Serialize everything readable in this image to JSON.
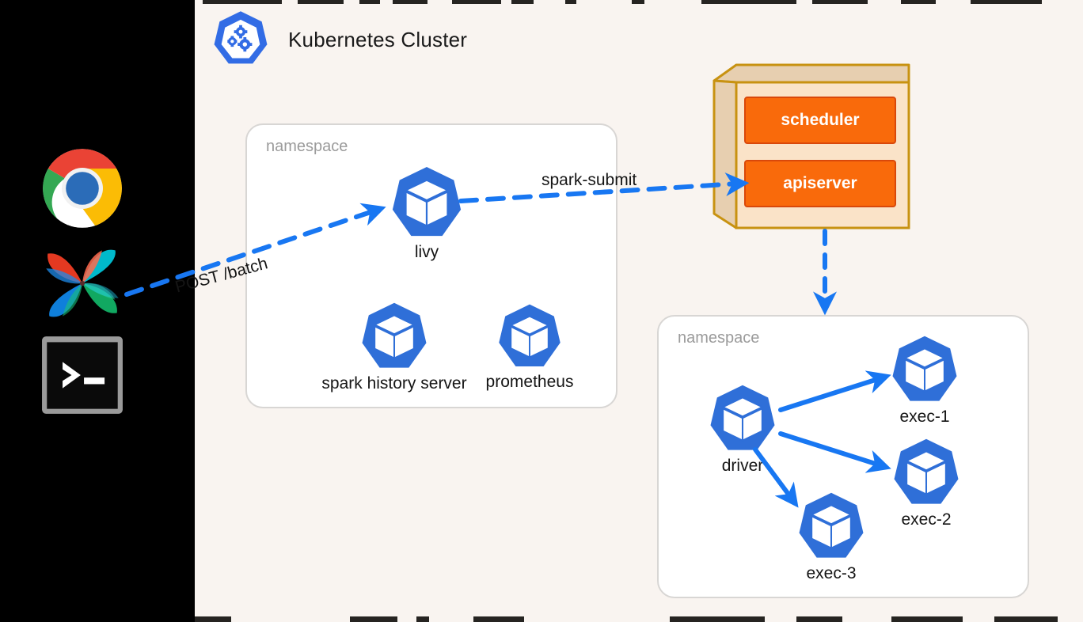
{
  "colors": {
    "canvas_bg": "#F9F4F0",
    "launcher_bg": "#000000",
    "k8s_blue": "#326CE5",
    "arrow_blue": "#1877F2",
    "orange_fill": "#F96A0B",
    "orange_border": "#D9480A",
    "box_gold_border": "#C89211",
    "box_face_fill": "#FAE3C8",
    "box_side_fill": "#E7CFB0",
    "namespace_border": "#D8D6D4",
    "namespace_fill": "#FFFFFF",
    "namespace_label": "#9B9B9B",
    "text": "#151515"
  },
  "launcher": {
    "items": [
      {
        "name": "chrome-icon",
        "label": "Google Chrome"
      },
      {
        "name": "airflow-icon",
        "label": "Apache Airflow"
      },
      {
        "name": "terminal-icon",
        "label": "Terminal",
        "prompt": ">_"
      }
    ]
  },
  "cluster": {
    "logo": "kubernetes-icon",
    "title": "Kubernetes Cluster"
  },
  "namespaces": [
    {
      "id": "ns-left",
      "label": "namespace",
      "pods": [
        {
          "id": "livy",
          "label": "livy"
        },
        {
          "id": "spark-history-server",
          "label": "spark history server"
        },
        {
          "id": "prometheus",
          "label": "prometheus"
        }
      ]
    },
    {
      "id": "ns-right",
      "label": "namespace",
      "pods": [
        {
          "id": "driver",
          "label": "driver"
        },
        {
          "id": "exec-1",
          "label": "exec-1"
        },
        {
          "id": "exec-2",
          "label": "exec-2"
        },
        {
          "id": "exec-3",
          "label": "exec-3"
        }
      ]
    }
  ],
  "control_plane": {
    "services": [
      {
        "id": "scheduler",
        "label": "scheduler"
      },
      {
        "id": "apiserver",
        "label": "apiserver"
      }
    ]
  },
  "edges": [
    {
      "id": "post-batch",
      "label": "POST /batch",
      "style": "dashed",
      "from": "launcher",
      "to": "livy"
    },
    {
      "id": "spark-submit",
      "label": "spark-submit",
      "style": "dashed",
      "from": "livy",
      "to": "apiserver"
    },
    {
      "id": "schedule",
      "label": "",
      "style": "dashed",
      "from": "apiserver",
      "to": "ns-right"
    },
    {
      "id": "driver-exec1",
      "label": "",
      "style": "solid",
      "from": "driver",
      "to": "exec-1"
    },
    {
      "id": "driver-exec2",
      "label": "",
      "style": "solid",
      "from": "driver",
      "to": "exec-2"
    },
    {
      "id": "driver-exec3",
      "label": "",
      "style": "solid",
      "from": "driver",
      "to": "exec-3"
    }
  ]
}
